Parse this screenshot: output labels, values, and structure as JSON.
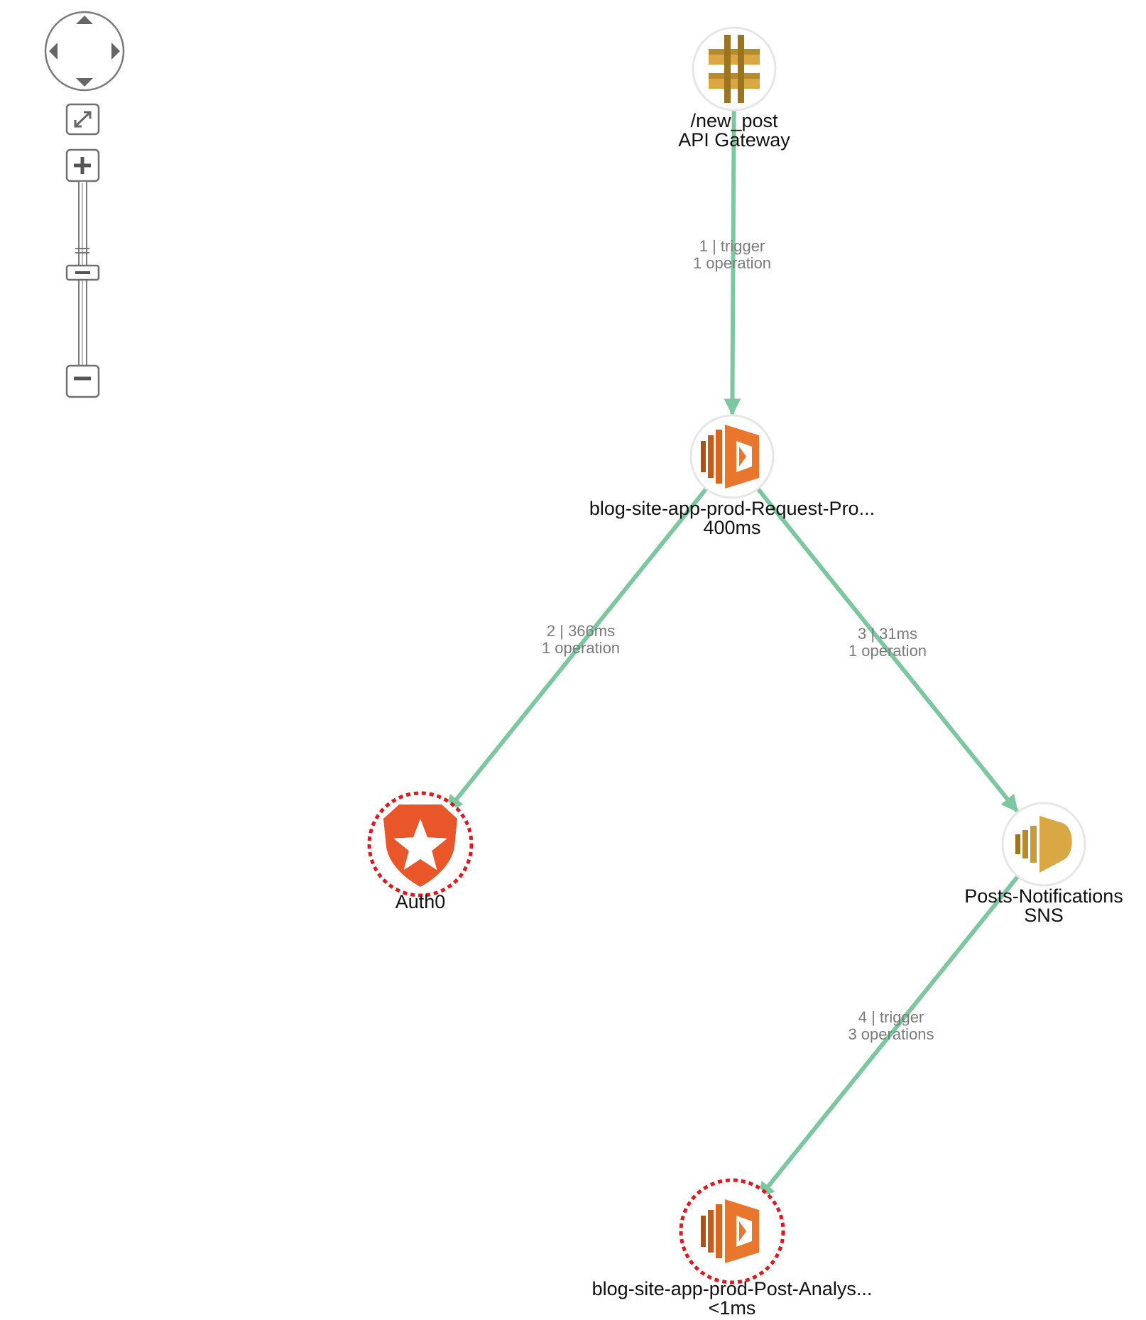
{
  "controls": {
    "pan": "pan-control",
    "fit": "expand-icon",
    "zoom_in": "plus-icon",
    "zoom_out": "minus-icon",
    "zoom_level": 0.5
  },
  "nodes": [
    {
      "id": "api",
      "icon": "api-gateway-icon",
      "name": "/new_post",
      "sub": "API Gateway",
      "error": false,
      "color": "#d9a743"
    },
    {
      "id": "req",
      "icon": "lambda-icon",
      "name": "blog-site-app-prod-Request-Pro...",
      "sub": "400ms",
      "error": false,
      "color": "#e8762d"
    },
    {
      "id": "auth0",
      "icon": "auth0-shield-icon",
      "name": "Auth0",
      "sub": "",
      "error": true,
      "color": "#e8562a"
    },
    {
      "id": "sns",
      "icon": "sns-icon",
      "name": "Posts-Notifications",
      "sub": "SNS",
      "error": false,
      "color": "#d9a743"
    },
    {
      "id": "post",
      "icon": "lambda-icon",
      "name": "blog-site-app-prod-Post-Analys...",
      "sub": "<1ms",
      "error": true,
      "color": "#e8762d"
    }
  ],
  "edges": [
    {
      "from": "api",
      "to": "req",
      "line1": "1 | trigger",
      "line2": "1 operation"
    },
    {
      "from": "req",
      "to": "auth0",
      "line1": "2 | 366ms",
      "line2": "1 operation"
    },
    {
      "from": "req",
      "to": "sns",
      "line1": "3 | 31ms",
      "line2": "1 operation"
    },
    {
      "from": "sns",
      "to": "post",
      "line1": "4 | trigger",
      "line2": "3 operations"
    }
  ],
  "colors": {
    "edge": "#7cc79f",
    "error_ring": "#e0181e",
    "node_ring": "#e6e6e6"
  }
}
